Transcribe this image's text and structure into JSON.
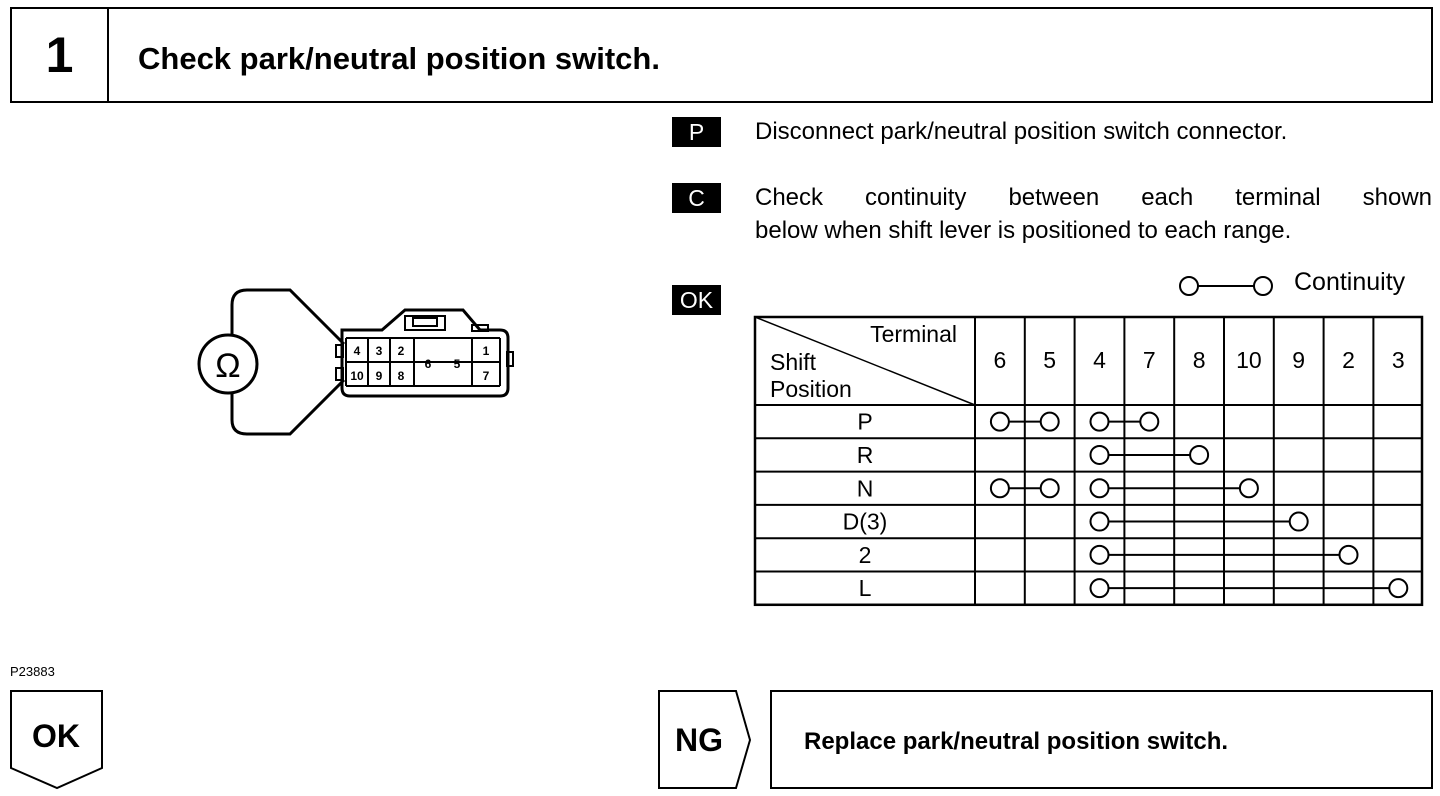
{
  "header": {
    "step_number": "1",
    "title": "Check park/neutral position switch."
  },
  "steps": [
    {
      "tag": "P",
      "text": "Disconnect park/neutral position switch connector."
    },
    {
      "tag": "C",
      "line1": "Check continuity between each terminal shown",
      "line2": "below when shift lever is positioned to each range."
    },
    {
      "tag": "OK"
    }
  ],
  "legend": {
    "text": "Continuity"
  },
  "table": {
    "corner_top": "Terminal",
    "corner_mid": "Shift",
    "corner_bottom": "Position",
    "columns": [
      "6",
      "5",
      "4",
      "7",
      "8",
      "10",
      "9",
      "2",
      "3"
    ],
    "rows": [
      {
        "label": "P",
        "links": [
          [
            "6",
            "5"
          ],
          [
            "4",
            "7"
          ]
        ]
      },
      {
        "label": "R",
        "links": [
          [
            "4",
            "8"
          ]
        ]
      },
      {
        "label": "N",
        "links": [
          [
            "6",
            "5"
          ],
          [
            "4",
            "10"
          ]
        ]
      },
      {
        "label": "D(3)",
        "links": [
          [
            "4",
            "9"
          ]
        ]
      },
      {
        "label": "2",
        "links": [
          [
            "4",
            "2"
          ]
        ]
      },
      {
        "label": "L",
        "links": [
          [
            "4",
            "3"
          ]
        ]
      }
    ]
  },
  "connector": {
    "ohm_symbol": "Ω",
    "terminals_top": [
      "4",
      "3",
      "2",
      "1"
    ],
    "terminals_bottom": [
      "10",
      "9",
      "8",
      "7"
    ],
    "terminals_mid": [
      "6",
      "5"
    ]
  },
  "figure_code": "P23883",
  "result_ok": "OK",
  "result_ng": "NG",
  "ng_action": "Replace park/neutral position switch."
}
